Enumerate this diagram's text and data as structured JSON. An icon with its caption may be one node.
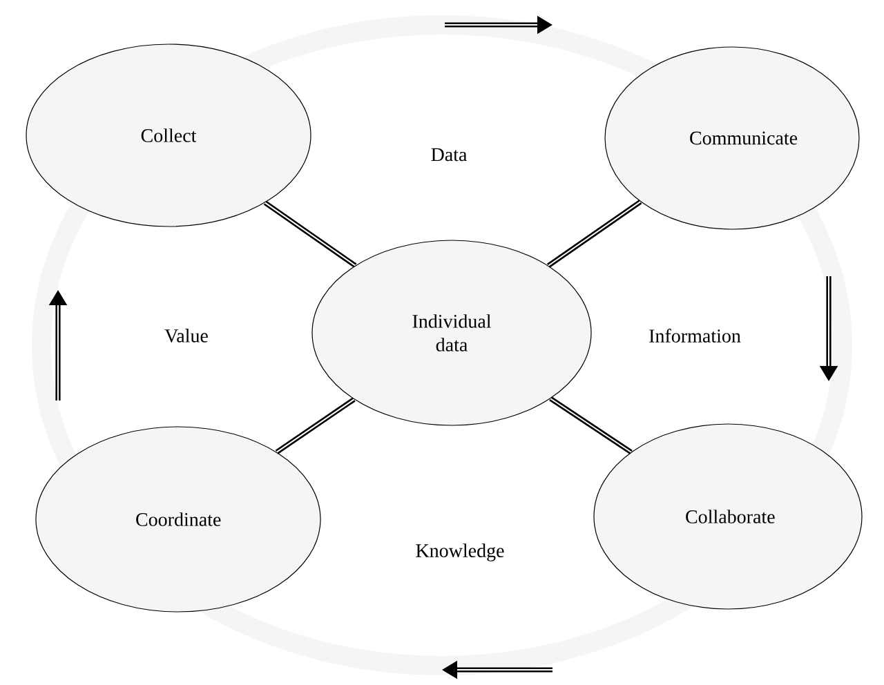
{
  "diagram": {
    "nodes": [
      {
        "text": [
          "Collect"
        ]
      },
      {
        "text": [
          "Communicate"
        ]
      },
      {
        "text": [
          "Individual data"
        ]
      },
      {
        "text": [
          "Coordinate"
        ]
      },
      {
        "text": [
          "Collaborate"
        ]
      }
    ],
    "edges": [
      {
        "from": 2,
        "to": 0,
        "arrow": "none"
      },
      {
        "from": 2,
        "to": 1,
        "arrow": "none"
      },
      {
        "from": 2,
        "to": 3,
        "arrow": "none"
      },
      {
        "from": 2,
        "to": 4,
        "arrow": "none"
      }
    ],
    "labels": [
      "Data",
      "Value",
      "Information",
      "Knowledge"
    ]
  }
}
